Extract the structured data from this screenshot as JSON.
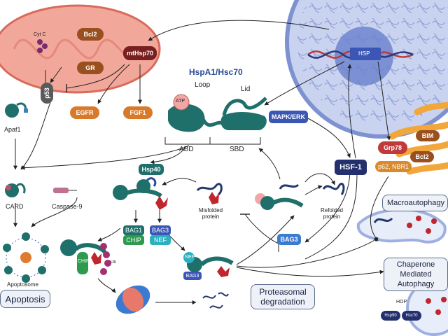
{
  "title": "HspA1/Hsc70",
  "domains": {
    "loop": "Loop",
    "lid": "Lid",
    "abd": "ABD",
    "sbd": "SBD",
    "atp": "ATP"
  },
  "mito": {
    "cytc": "Cyt C",
    "bcl2": "Bcl2",
    "gr": "GR",
    "mthsp70": "mtHsp70",
    "p53": "p53",
    "egfr": "EGFR",
    "fgf1": "FGF1"
  },
  "apoptosis": {
    "apaf1": "Apaf1",
    "card": "CARD",
    "caspase9": "Caspase-9",
    "apoptosome": "Apoptosome",
    "box": "Apoptosis"
  },
  "nucleus": {
    "hsp": "HSP"
  },
  "signaling": {
    "mapk": "MAPK/ERK",
    "hsf1": "HSF-1",
    "bag3": "BAG3"
  },
  "er": {
    "grp78": "Grp78",
    "bim": "BIM",
    "bcl2": "Bcl2",
    "p62": "p62, NBR1"
  },
  "cycle": {
    "hsp40": "Hsp40",
    "misfolded": "Misfolded protein",
    "refolded": "Refolded protein",
    "bag1": "BAG1",
    "chip": "CHIP",
    "bag3": "BAG3",
    "nef": "NEF",
    "nef2": "NEF",
    "bag3b": "BAG3",
    "chip2": "CHIP",
    "ub": "Ub"
  },
  "outcomes": {
    "macro": "Macroautophagy",
    "cma": "Chaperone Mediated Autophagy",
    "proteasomal": "Proteasomal degradation",
    "hop": "HOP",
    "hsp90": "Hsp90",
    "hsc70": "Hsc70"
  },
  "colors": {
    "teal": "#1f6f6b",
    "mito": "#e8796a",
    "brown": "#9a4f1f",
    "blue": "#3b56b5",
    "nucleus": "#9fb0e0"
  }
}
